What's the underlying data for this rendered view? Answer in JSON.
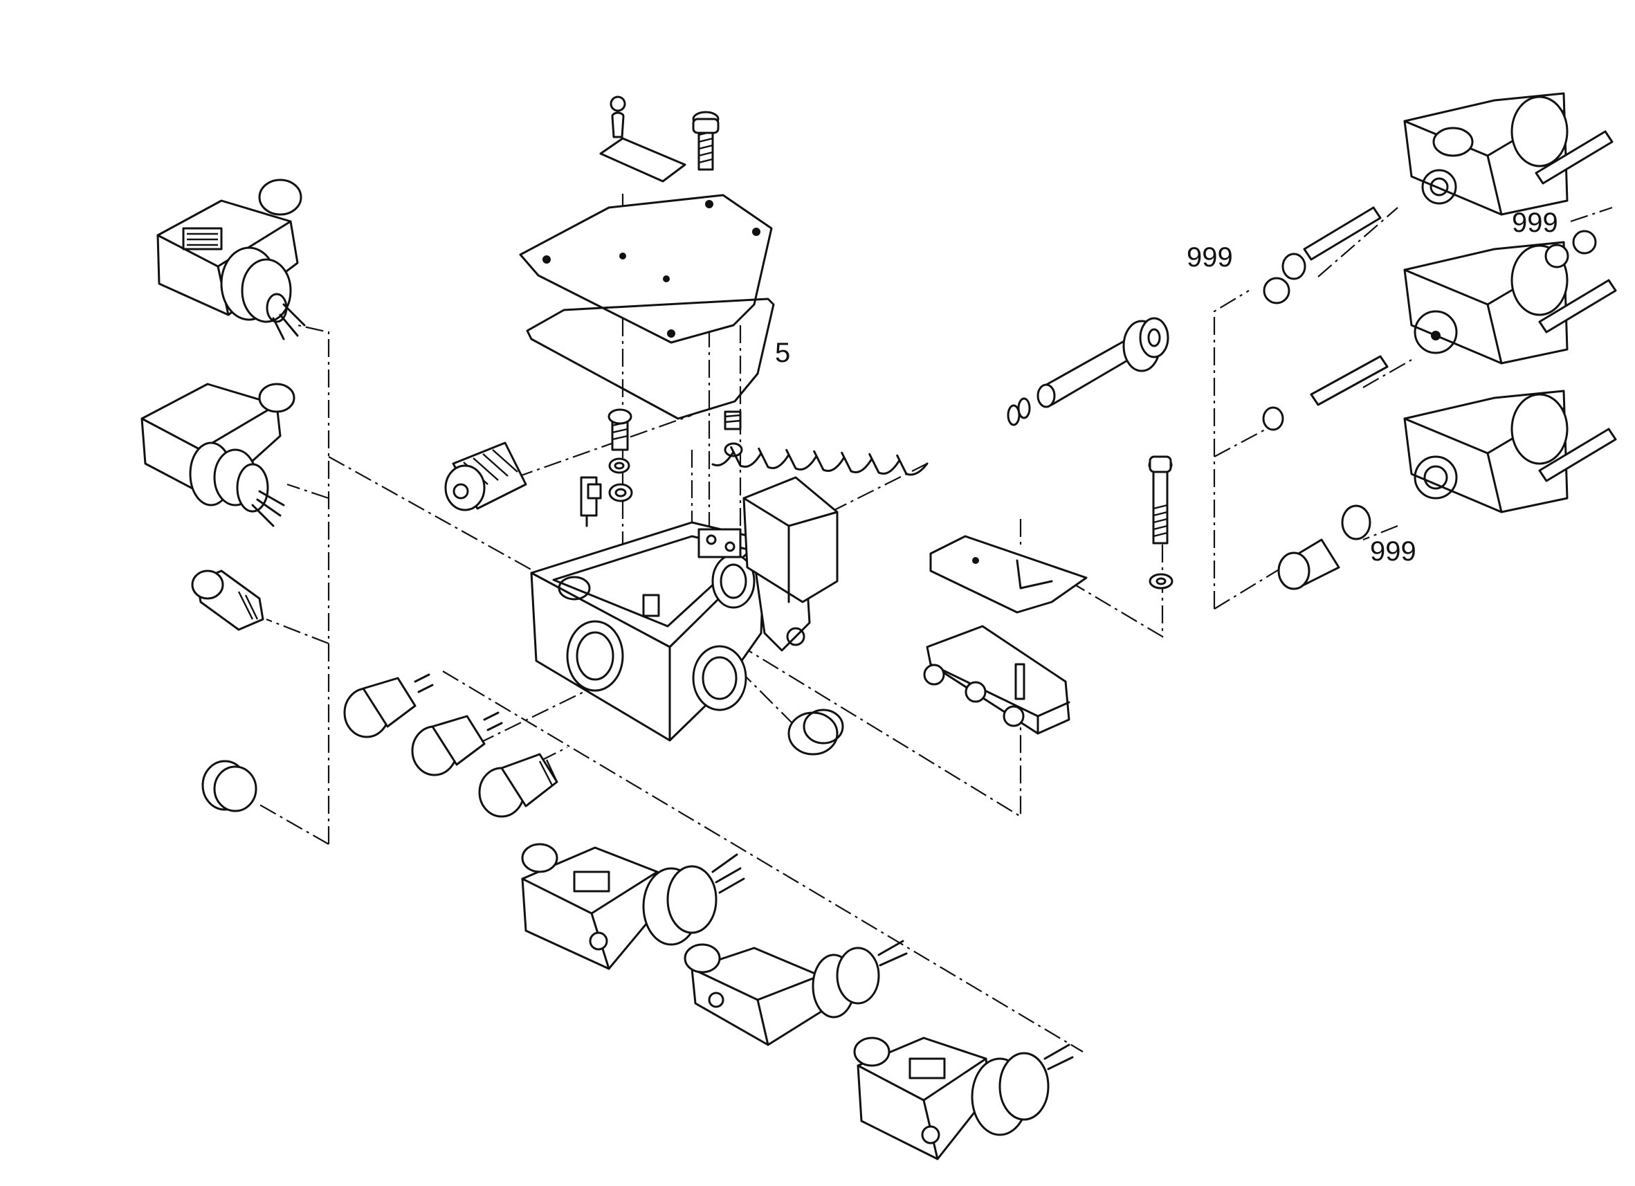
{
  "diagram": {
    "type": "exploded-parts-view",
    "callouts": [
      {
        "id": "callout-5",
        "text": "5"
      },
      {
        "id": "callout-999-top-left",
        "text": "999"
      },
      {
        "id": "callout-999-top-right",
        "text": "999"
      },
      {
        "id": "callout-999-bottom",
        "text": "999"
      }
    ]
  }
}
